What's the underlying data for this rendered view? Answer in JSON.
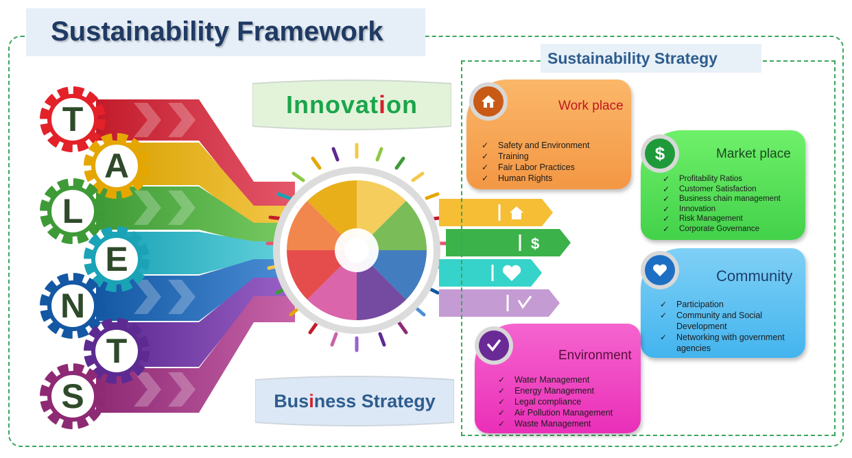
{
  "title": "Sustainability Framework",
  "strategy_label": "Sustainability Strategy",
  "talents": [
    "T",
    "A",
    "L",
    "E",
    "N",
    "T",
    "S"
  ],
  "innovation": {
    "pre": "Innovat",
    "hl": "i",
    "post": "on"
  },
  "business_strategy": {
    "pre": "Bus",
    "hl": "i",
    "post": "ness Strategy"
  },
  "cards": {
    "workplace": {
      "title": "Work place",
      "items": [
        "Safety and Environment",
        "Training",
        "Fair Labor Practices",
        "Human Rights"
      ]
    },
    "marketplace": {
      "title": "Market place",
      "items": [
        "Profitability Ratios",
        "Customer Satisfaction",
        "Business chain management",
        "Innovation",
        "Risk Management",
        "Corporate Governance"
      ]
    },
    "community": {
      "title": "Community",
      "items": [
        "Participation",
        "Community and Social Development",
        "Networking with government agencies"
      ]
    },
    "environment": {
      "title": "Environment",
      "items": [
        "Water Management",
        "Energy Management",
        "Legal compliance",
        "Air Pollution  Management",
        "Waste Management"
      ]
    }
  },
  "icons": {
    "workplace": "home-icon",
    "marketplace": "dollar-icon",
    "community": "heart-icon",
    "environment": "check-icon",
    "center": "hands-circle-icon"
  },
  "colors": {
    "title": "#1f3a63",
    "innovation": "#1aa54a",
    "highlight": "#d4202b",
    "workplace": "#f7a552",
    "marketplace": "#5fe05a",
    "community": "#5bc2f2",
    "environment": "#f04cc6",
    "frame": "#3aa65a"
  }
}
